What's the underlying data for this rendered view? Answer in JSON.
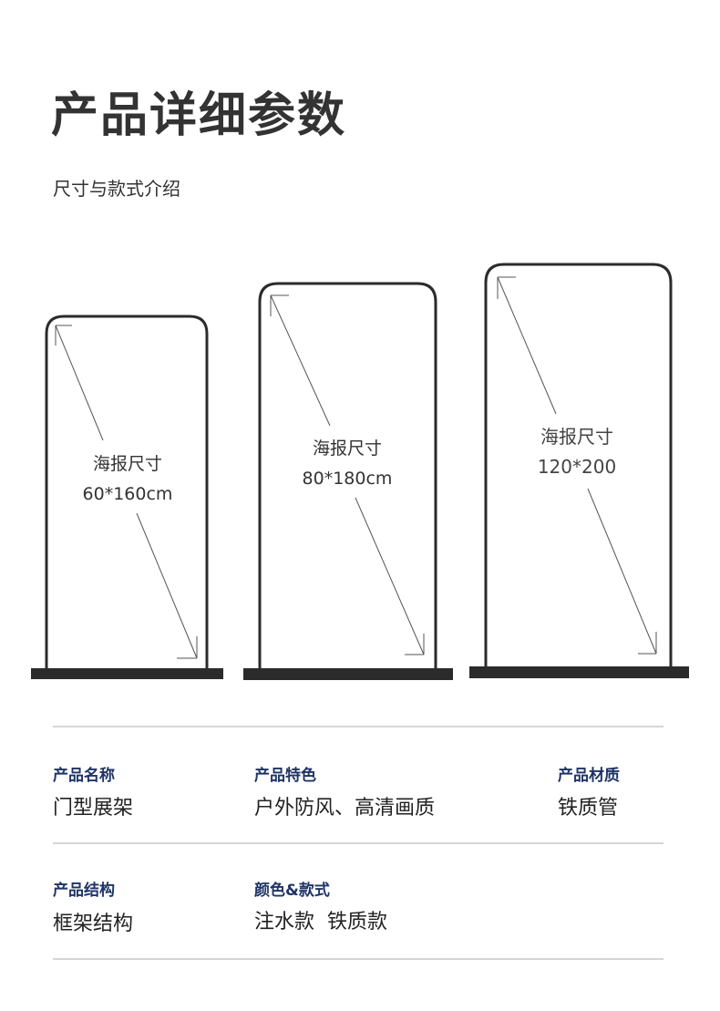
{
  "header": {
    "title": "产品详细参数",
    "subtitle": "尺寸与款式介绍"
  },
  "stands": [
    {
      "label": "海报尺寸",
      "size": "60*160cm"
    },
    {
      "label": "海报尺寸",
      "size": "80*180cm"
    },
    {
      "label": "海报尺寸",
      "size": "120*200"
    }
  ],
  "specs": [
    {
      "label": "产品名称",
      "value": "门型展架"
    },
    {
      "label": "产品特色",
      "value": "户外防风、高清画质"
    },
    {
      "label": "产品材质",
      "value": "铁质管"
    },
    {
      "label": "产品结构",
      "value": "框架结构"
    },
    {
      "label": "颜色&款式",
      "value": "注水款  铁质款"
    }
  ],
  "colors": {
    "label": "#1f3466",
    "frame": "#2b2b2b",
    "divider": "#d6d6d6"
  }
}
